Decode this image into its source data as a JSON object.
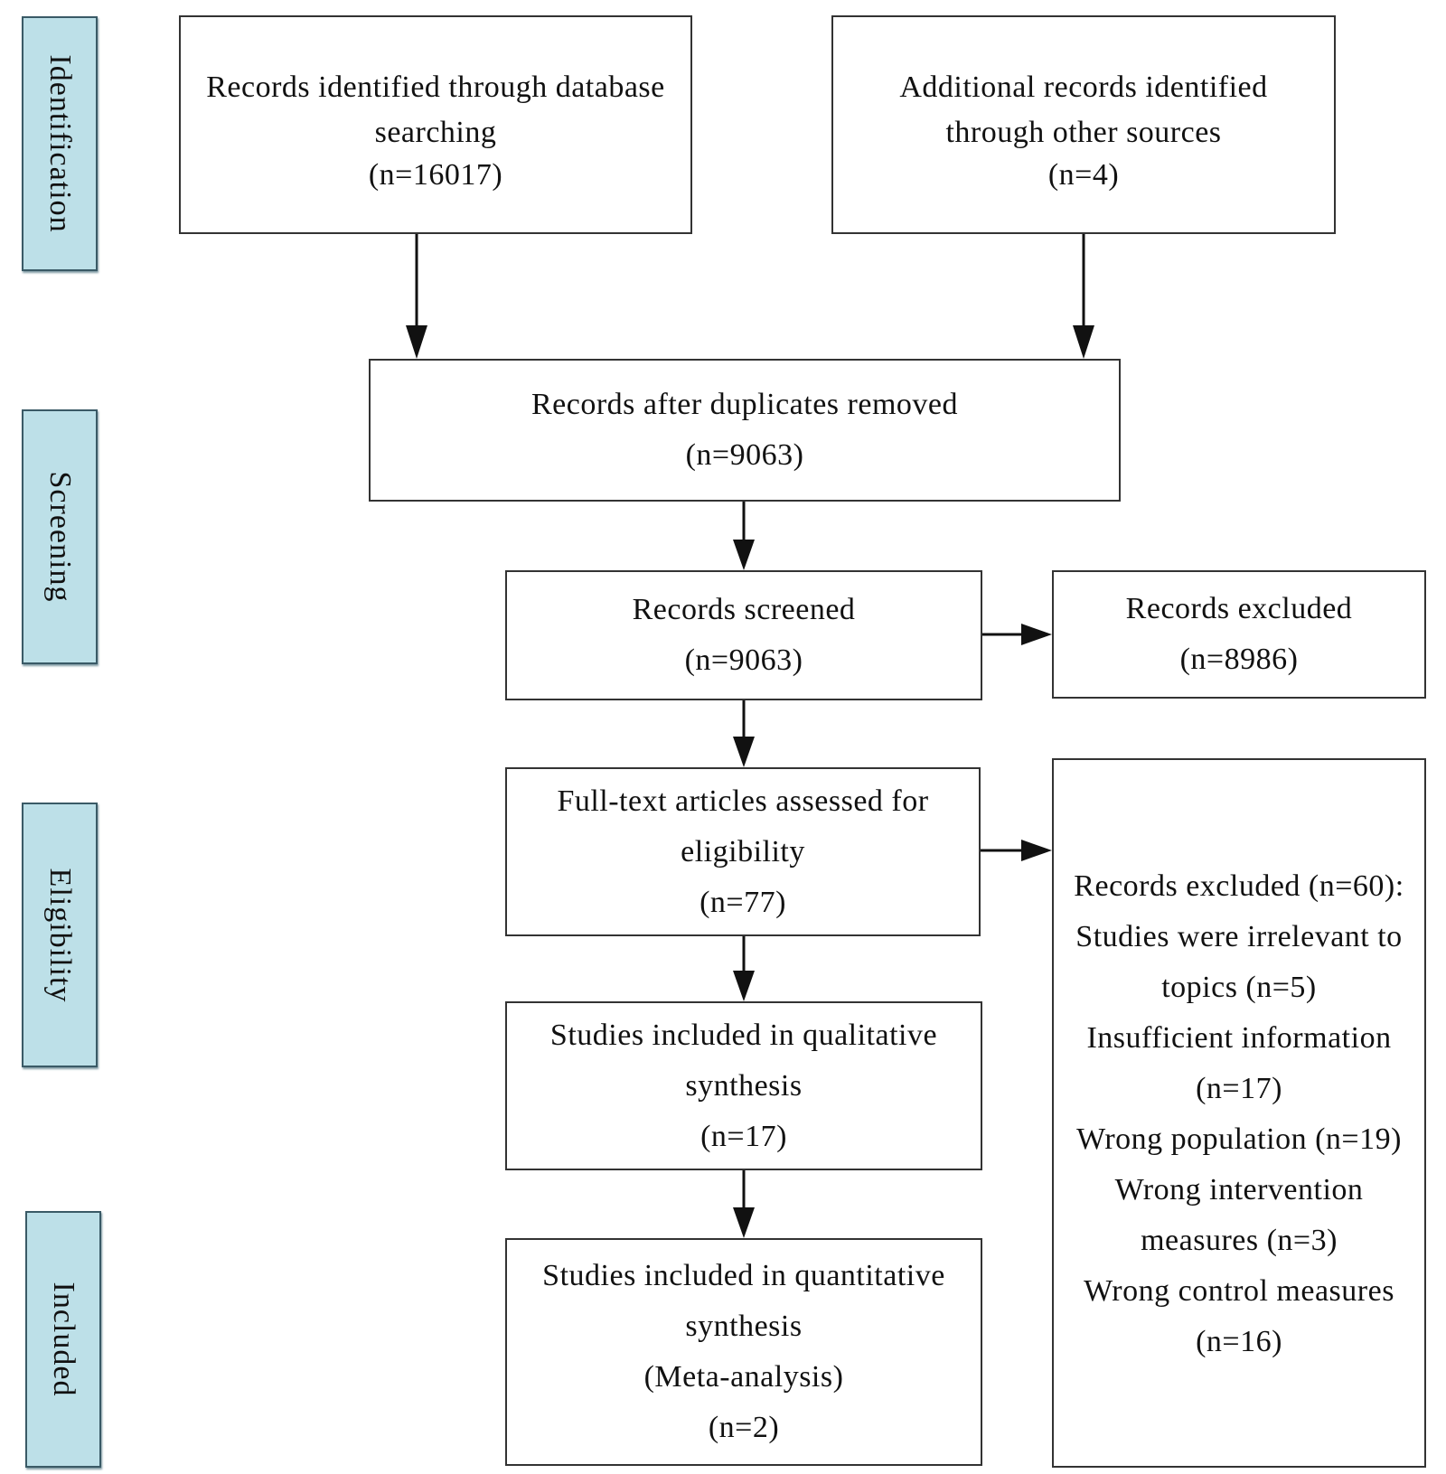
{
  "stages": {
    "identification": "Identification",
    "screening": "Screening",
    "eligibility": "Eligibility",
    "included": "Included"
  },
  "boxes": {
    "database": {
      "lines": [
        "Records identified through database",
        "searching",
        "(n=16017)"
      ],
      "count": 16017
    },
    "other_sources": {
      "lines": [
        "Additional records identified",
        "through other sources",
        "(n=4)"
      ],
      "count": 4
    },
    "duplicates_removed": {
      "lines": [
        "Records after duplicates removed",
        "(n=9063)"
      ],
      "count": 9063
    },
    "screened": {
      "lines": [
        "Records screened",
        "(n=9063)"
      ],
      "count": 9063
    },
    "excluded_screening": {
      "lines": [
        "Records excluded",
        "(n=8986)"
      ],
      "count": 8986
    },
    "full_text": {
      "lines": [
        "Full-text articles assessed for",
        "eligibility",
        "(n=77)"
      ],
      "count": 77
    },
    "excluded_full_text": {
      "lines": [
        "Records excluded (n=60):",
        "Studies were irrelevant to",
        "topics (n=5)",
        "Insufficient information",
        "(n=17)",
        "Wrong population (n=19)",
        "Wrong intervention",
        "measures (n=3)",
        "Wrong control measures",
        "(n=16)"
      ],
      "count": 60
    },
    "qualitative": {
      "lines": [
        "Studies included in qualitative",
        "synthesis",
        "(n=17)"
      ],
      "count": 17
    },
    "quantitative": {
      "lines": [
        "Studies included in quantitative",
        "synthesis",
        "(Meta-analysis)",
        "(n=2)"
      ],
      "count": 2
    }
  },
  "colors": {
    "stage_fill": "#bde0e8",
    "stage_border": "#3a5a66",
    "box_border": "#333333",
    "arrow": "#111111"
  }
}
